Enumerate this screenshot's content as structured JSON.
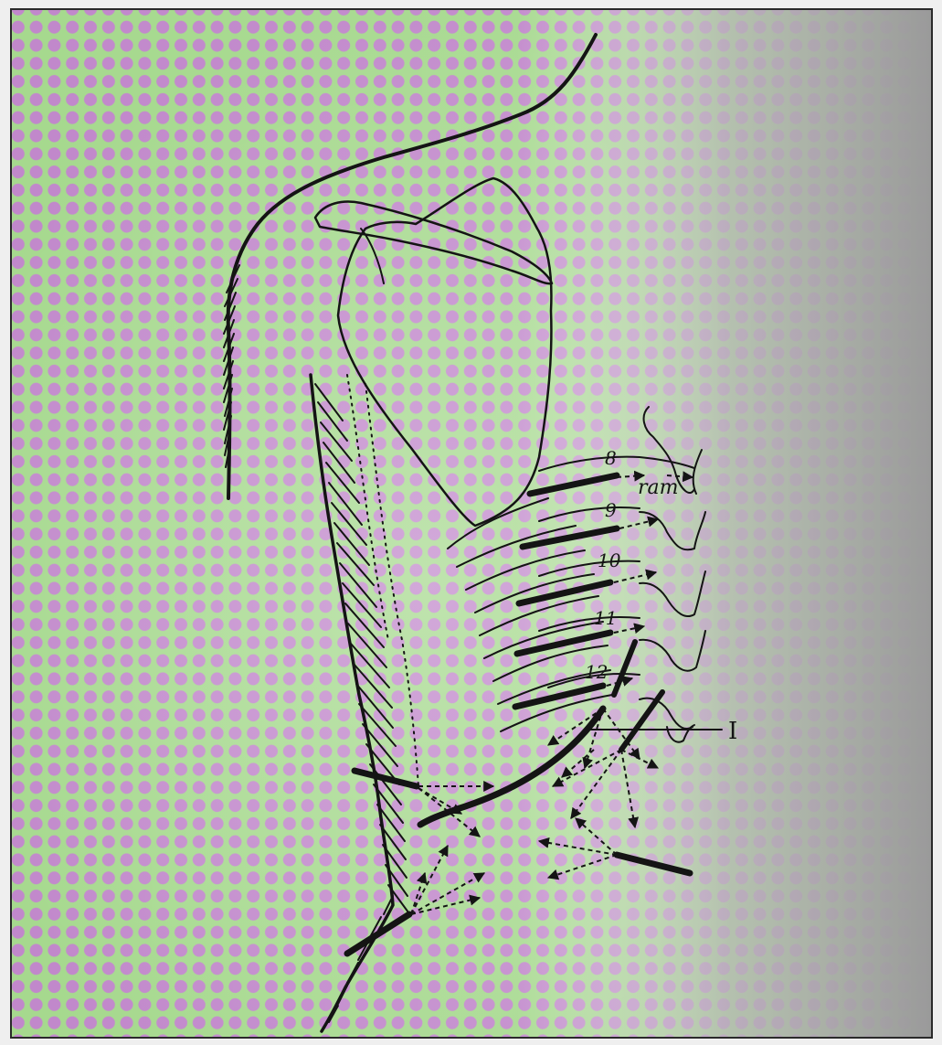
{
  "figure": {
    "rib_labels": [
      "8",
      "9",
      "10",
      "11",
      "12"
    ],
    "ram_label": "ram",
    "line_label": "I",
    "colors": {
      "paper_green": "#9fdc8a",
      "paper_magenta": "#c277d8",
      "paper_gray": "#b9b9b9",
      "ink": "#141414"
    }
  }
}
